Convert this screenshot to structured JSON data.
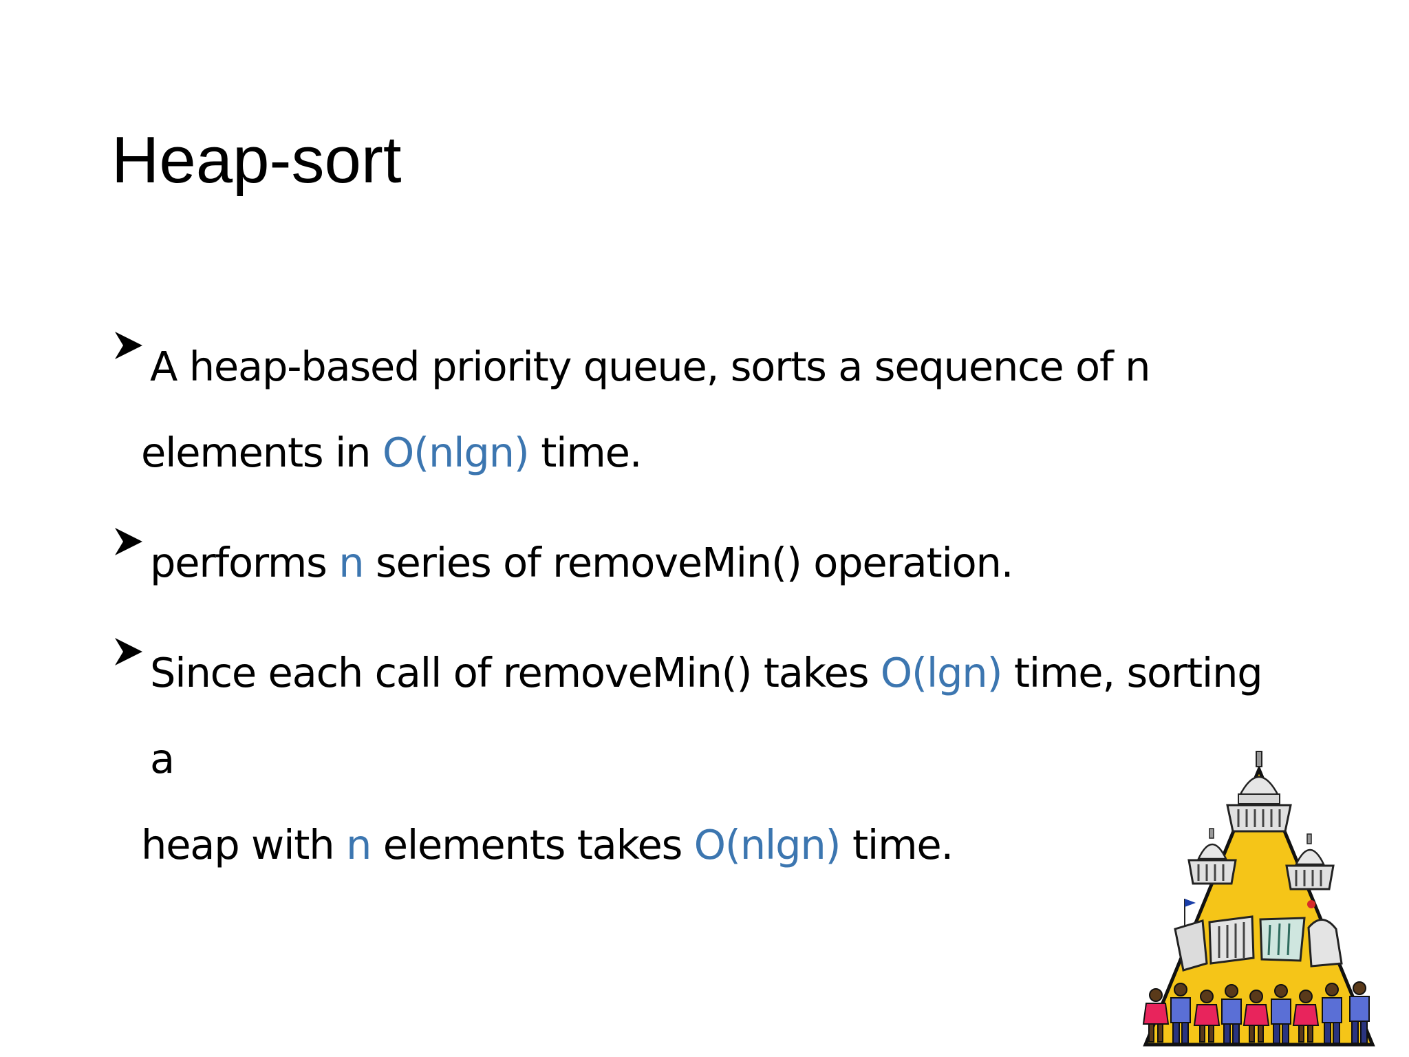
{
  "slide": {
    "title": "Heap-sort",
    "bullets": [
      {
        "line1_a": "A heap-based priority queue, sorts a sequence of n",
        "line2_a": "elements in ",
        "line2_hl": "O(nlgn)",
        "line2_b": " time."
      },
      {
        "a": "performs ",
        "hl1": "n",
        "b": " series of removeMin() operation."
      },
      {
        "line1_a": "Since each call of removeMin() takes ",
        "line1_hl": "O(lgn)",
        "line1_b": " time, sorting a",
        "line2_a": "heap with ",
        "line2_hl1": "n",
        "line2_b": " elements takes ",
        "line2_hl2": "O(nlgn)",
        "line2_c": " time."
      }
    ]
  },
  "colors": {
    "highlight": "#3c76b0",
    "pyramid_fill": "#f5c518",
    "text": "#000000"
  },
  "icons": {
    "bullet": "arrowhead-bullet-icon",
    "clipart": "pyramid-clipart"
  }
}
